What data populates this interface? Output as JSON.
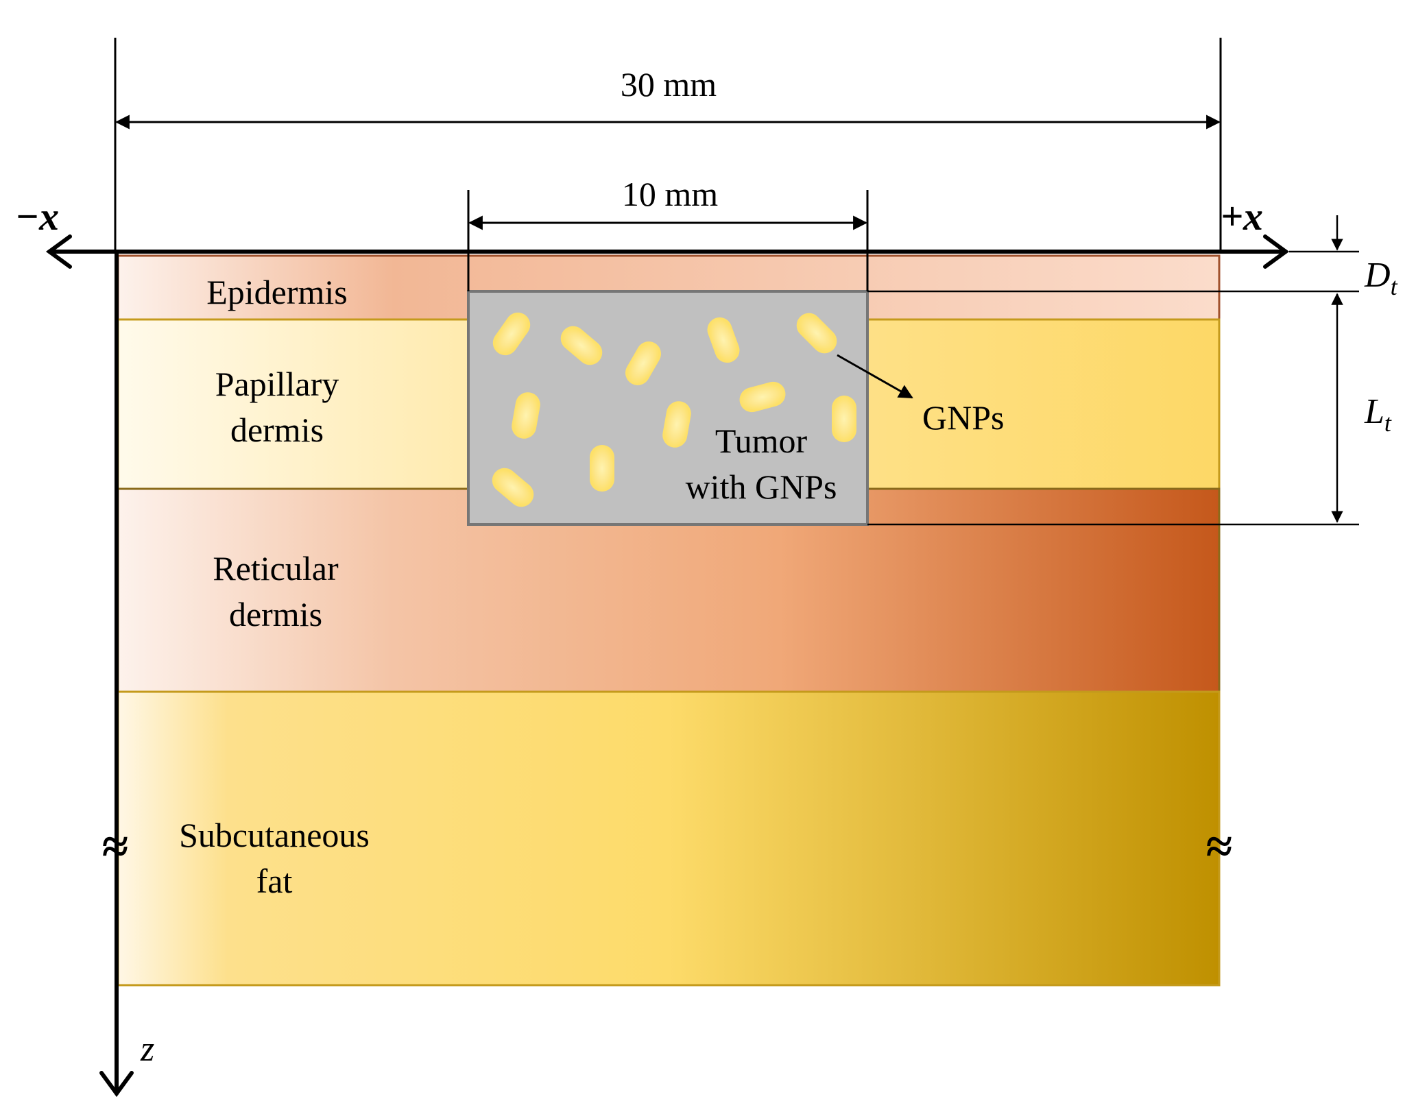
{
  "dimensions": {
    "domain_width": "30 mm",
    "tumor_width": "10 mm"
  },
  "axes": {
    "neg_x": "−x",
    "pos_x": "+x",
    "z": "z"
  },
  "symbols": {
    "depth_main": "D",
    "depth_sub": "t",
    "length_main": "L",
    "length_sub": "t"
  },
  "layers": [
    {
      "name": "Epidermis",
      "lines": [
        "Epidermis"
      ],
      "color_light": "#fdf2ec",
      "color_dark": "#f2b795"
    },
    {
      "name": "Papillary dermis",
      "lines": [
        "Papillary",
        "dermis"
      ],
      "color_light": "#fffaeb",
      "color_dark": "#fdd866"
    },
    {
      "name": "Reticular dermis",
      "lines": [
        "Reticular",
        "dermis"
      ],
      "color_light": "#fdf2ec",
      "color_dark": "#c5581b"
    },
    {
      "name": "Subcutaneous fat",
      "lines": [
        "Subcutaneous",
        "fat"
      ],
      "color_light": "#fff7e6",
      "color_dark": "#bf9000"
    }
  ],
  "tumor": {
    "lines": [
      "Tumor",
      "with GNPs"
    ],
    "fill": "#c0c0c0",
    "border": "#767676"
  },
  "gnp_label": "GNPs",
  "break_symbol": "≈",
  "colors": {
    "gnp": "#fde068",
    "gnp_core": "#fff3b0",
    "axis": "#000000"
  }
}
